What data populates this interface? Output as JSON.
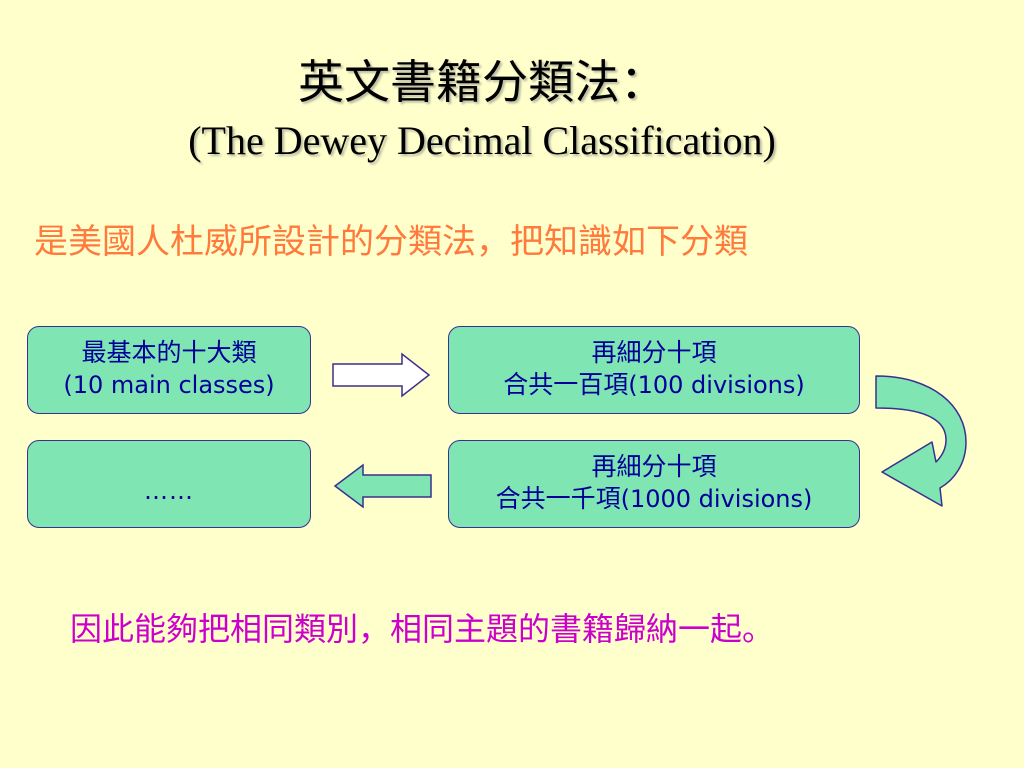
{
  "title": {
    "zh": "英文書籍分類法：",
    "en": "(The Dewey Decimal Classification)"
  },
  "intro": "是美國人杜威所設計的分類法，把知識如下分類",
  "boxes": {
    "main_classes": {
      "zh": "最基本的十大類",
      "en": "(10 main classes)"
    },
    "divisions_100": {
      "zh": "再細分十項",
      "zh2": "合共一百項",
      "en": "(100 divisions)"
    },
    "divisions_1000": {
      "zh": "再細分十項",
      "zh2": "合共一千項",
      "en": "(1000 divisions)"
    },
    "more": {
      "text": "……"
    }
  },
  "conclusion": "因此能夠把相同類別，相同主題的書籍歸納一起。",
  "colors": {
    "background": "#FFFFCC",
    "box_fill": "#7FE5B3",
    "box_text": "#000099",
    "intro_text": "#FF7A3C",
    "conclusion_text": "#CC00CC"
  }
}
